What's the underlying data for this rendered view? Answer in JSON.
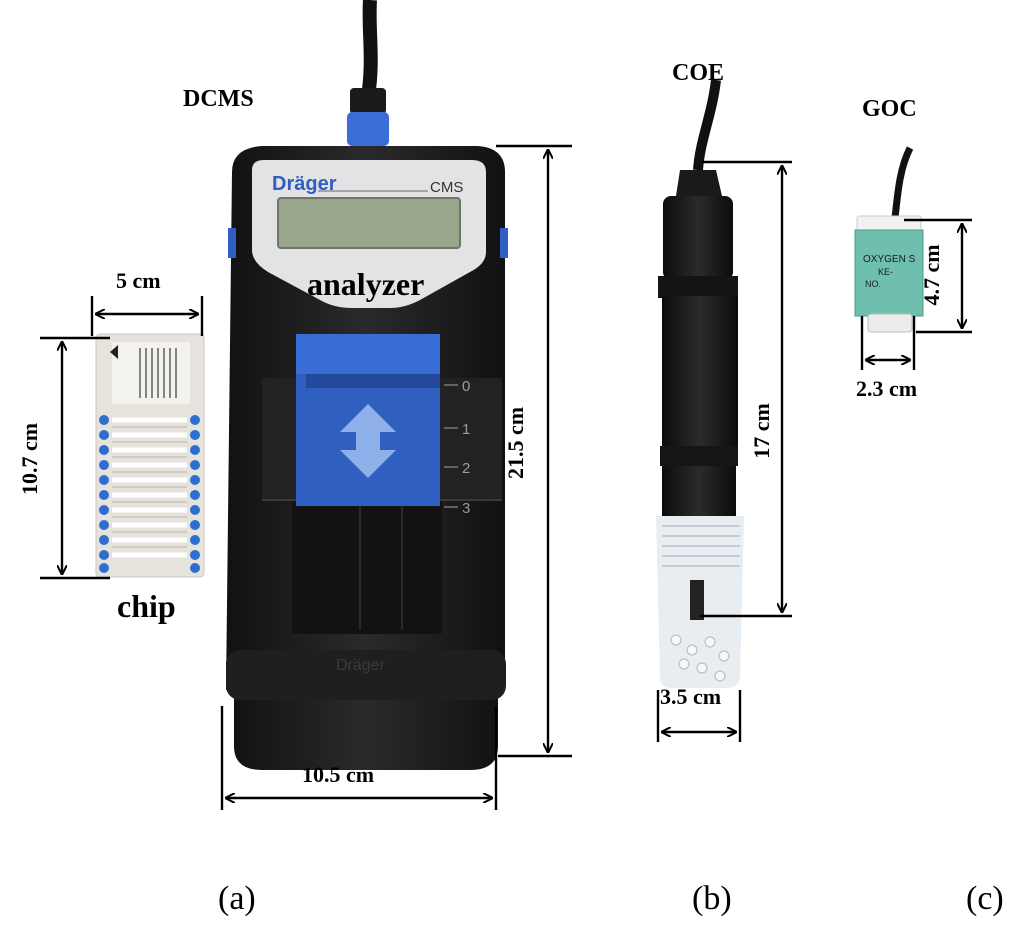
{
  "labels": {
    "dcms": "DCMS",
    "coe": "COE",
    "goc": "GOC",
    "analyzer": "analyzer",
    "chip": "chip"
  },
  "device": {
    "brand": "Dräger",
    "model": "CMS",
    "bottom_logo": "Dräger",
    "slot_marks": [
      "0",
      "1",
      "2",
      "3"
    ],
    "sensor_text": [
      "OXYGEN S",
      "KE-",
      "NO."
    ]
  },
  "dimensions": {
    "chip_width": "5 cm",
    "chip_height": "10.7 cm",
    "analyzer_height": "21.5 cm",
    "analyzer_width": "10.5 cm",
    "coe_length": "17 cm",
    "coe_width": "3.5 cm",
    "goc_height": "4.7 cm",
    "goc_width": "2.3 cm"
  },
  "captions": {
    "a": "(a)",
    "b": "(b)",
    "c": "(c)"
  },
  "colors": {
    "analyzer_body": "#1c1c1e",
    "accent_blue": "#2f5fc0",
    "display": "#9aa68c",
    "sensor_teal": "#6fbfae"
  }
}
